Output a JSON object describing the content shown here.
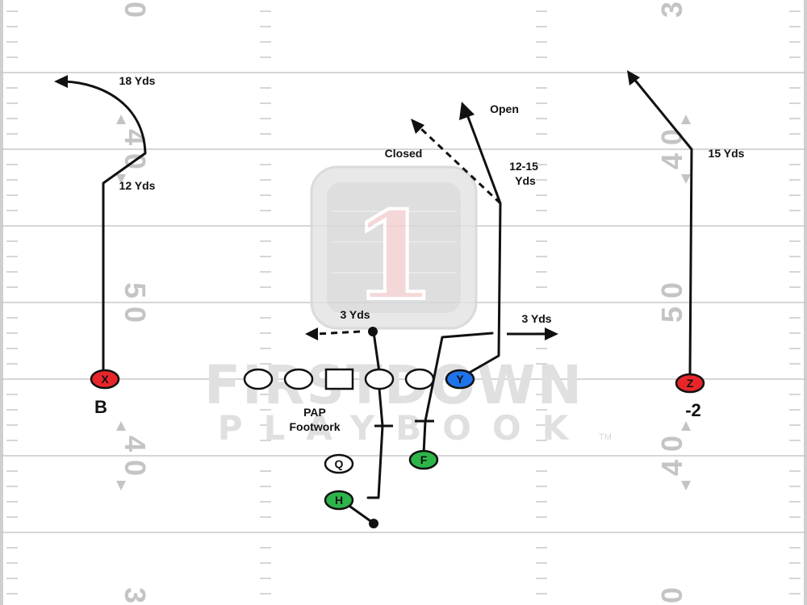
{
  "field": {
    "yard_numbers": {
      "left_top": "0",
      "left_upper": "4 0",
      "left_middle": "5 0",
      "left_lower": "4 0",
      "left_bottom": "3",
      "right_top": "3",
      "right_upper": "4 0",
      "right_middle": "5 0",
      "right_lower": "4 0",
      "right_bottom": "0"
    },
    "line_color": "#c8c8c8"
  },
  "watermark": {
    "badge_number": "1",
    "title": "FIRSTDOWN",
    "subtitle": "PLAYBOOK",
    "trademark": "TM"
  },
  "players": {
    "X": {
      "label": "X",
      "color": "#e8262a",
      "tag": "B"
    },
    "Y": {
      "label": "Y",
      "color": "#1e73e8"
    },
    "Z": {
      "label": "Z",
      "color": "#e8262a",
      "tag": "-2"
    },
    "Q": {
      "label": "Q",
      "color": "#ffffff"
    },
    "H": {
      "label": "H",
      "color": "#2db54a"
    },
    "F": {
      "label": "F",
      "color": "#2db54a"
    }
  },
  "annotations": {
    "x_break": "12 Yds",
    "x_depth": "18 Yds",
    "closed": "Closed",
    "open": "Open",
    "y_depth_line1": "12-15",
    "y_depth_line2": "Yds",
    "z_depth": "15 Yds",
    "left_flat": "3 Yds",
    "right_flat": "3 Yds",
    "pap_line1": "PAP",
    "pap_line2": "Footwork"
  }
}
